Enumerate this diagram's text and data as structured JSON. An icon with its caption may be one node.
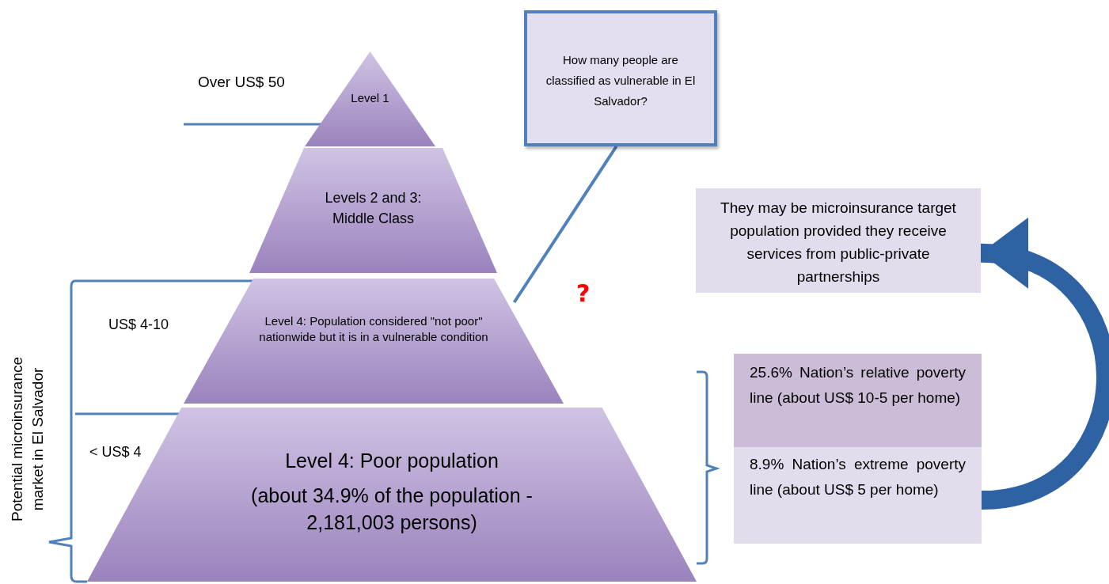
{
  "diagram": {
    "nodes": [
      {
        "text": [
          "Level 1"
        ]
      },
      {
        "text": [
          "Levels 2 and 3: Middle Class"
        ]
      },
      {
        "text": [
          "Level 4: Population considered \"not poor\" nationwide but it is in a vulnerable condition"
        ]
      },
      {
        "text": [
          "Level 4: Poor population",
          "(about 34.9% of the population - 2,181,003 persons)"
        ]
      },
      {
        "text": [
          "How many people are classified as vulnerable in El Salvador?"
        ]
      },
      {
        "text": [
          "They may be microinsurance target population provided they receive services from public-private partnerships"
        ]
      },
      {
        "text": [
          "25.6% Nation’s relative poverty line (about US$ 10-5 per home)"
        ]
      },
      {
        "text": [
          "8.9% Nation’s extreme poverty line (about US$ 5 per home)"
        ]
      }
    ],
    "edges": [
      {
        "from": 4,
        "to": 2,
        "arrow": "none"
      },
      {
        "from": 7,
        "to": 5,
        "arrow": "to",
        "style": "thick"
      }
    ],
    "labels": [
      "Over US$ 50",
      "?",
      "US$ 4-10",
      "< US$ 4",
      "Potential microinsurance market in El Salvador"
    ]
  }
}
